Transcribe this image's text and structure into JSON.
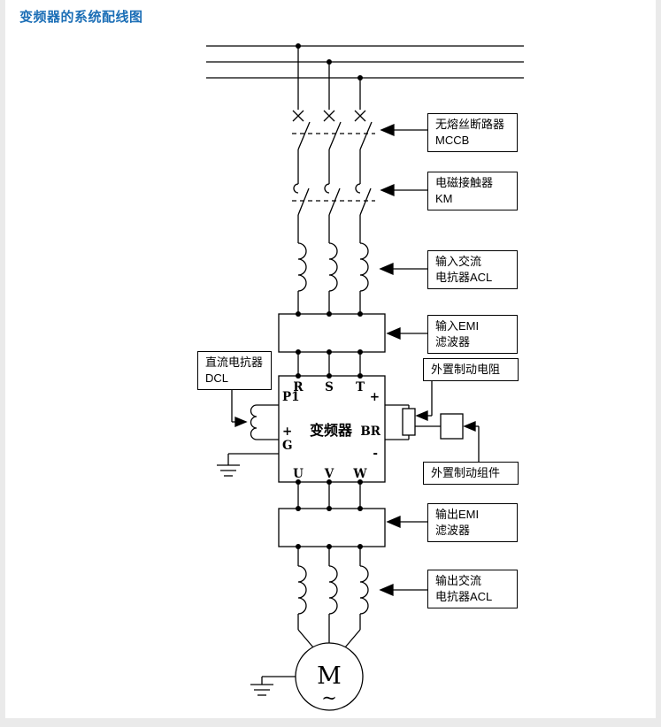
{
  "title": "变频器的系统配线图",
  "colors": {
    "title_blue": "#1b6eb6",
    "line_black": "#000000",
    "page_bg": "#ffffff",
    "edge_gray": "#eaeaea"
  },
  "labels": {
    "mccb": {
      "line1": "无熔丝断路器",
      "line2": "MCCB"
    },
    "km": {
      "line1": "电磁接触器",
      "line2": "KM"
    },
    "input_acl": {
      "line1": "输入交流",
      "line2": "电抗器ACL"
    },
    "input_emi": {
      "line1": "输入EMI",
      "line2": "滤波器"
    },
    "dcl": {
      "line1": "直流电抗器",
      "line2": "DCL"
    },
    "brake_resistor": {
      "line1": "外置制动电阻"
    },
    "brake_unit": {
      "line1": "外置制动组件"
    },
    "output_emi": {
      "line1": "输出EMI",
      "line2": "滤波器"
    },
    "output_acl": {
      "line1": "输出交流",
      "line2": "电抗器ACL"
    }
  },
  "inverter": {
    "name": "变频器",
    "terminals": {
      "r": "R",
      "s": "S",
      "t": "T",
      "p1": "P1",
      "plus_top": "+",
      "plus_left": "+",
      "br": "BR",
      "g": "G",
      "minus": "-",
      "u": "U",
      "v": "V",
      "w": "W"
    }
  },
  "motor": {
    "letter": "M",
    "wave": "~"
  }
}
